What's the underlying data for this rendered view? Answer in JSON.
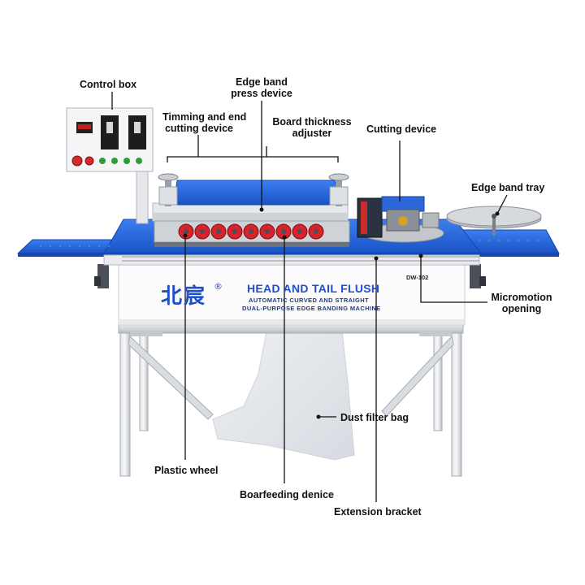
{
  "labels": {
    "control_box": "Control box",
    "edge_band_press_1": "Edge band",
    "edge_band_press_2": "press device",
    "timming_1": "Timming and end",
    "timming_2": "cutting device",
    "thickness_1": "Board thickness",
    "thickness_2": "adjuster",
    "cutting_device": "Cutting device",
    "edge_band_tray": "Edge band tray",
    "micromotion_1": "Micromotion",
    "micromotion_2": "opening",
    "dust_filter_bag": "Dust filter bag",
    "plastic_wheel": "Plastic wheel",
    "boarfeeding": "Boarfeeding denice",
    "extension_bracket": "Extension bracket"
  },
  "machine": {
    "brand": "北宸",
    "registered": "®",
    "title": "HEAD AND TAIL FLUSH",
    "subtitle_1": "AUTOMATIC CURVED AND STRAIGHT",
    "subtitle_2": "DUAL-PURPOSE EDGE BANDING MACHINE",
    "model": "DW-102"
  },
  "colors": {
    "machine_blue": "#1f5fd6",
    "wheel_red": "#d8232a",
    "frame_grey": "#c8ccd2",
    "label_text": "#111111"
  }
}
